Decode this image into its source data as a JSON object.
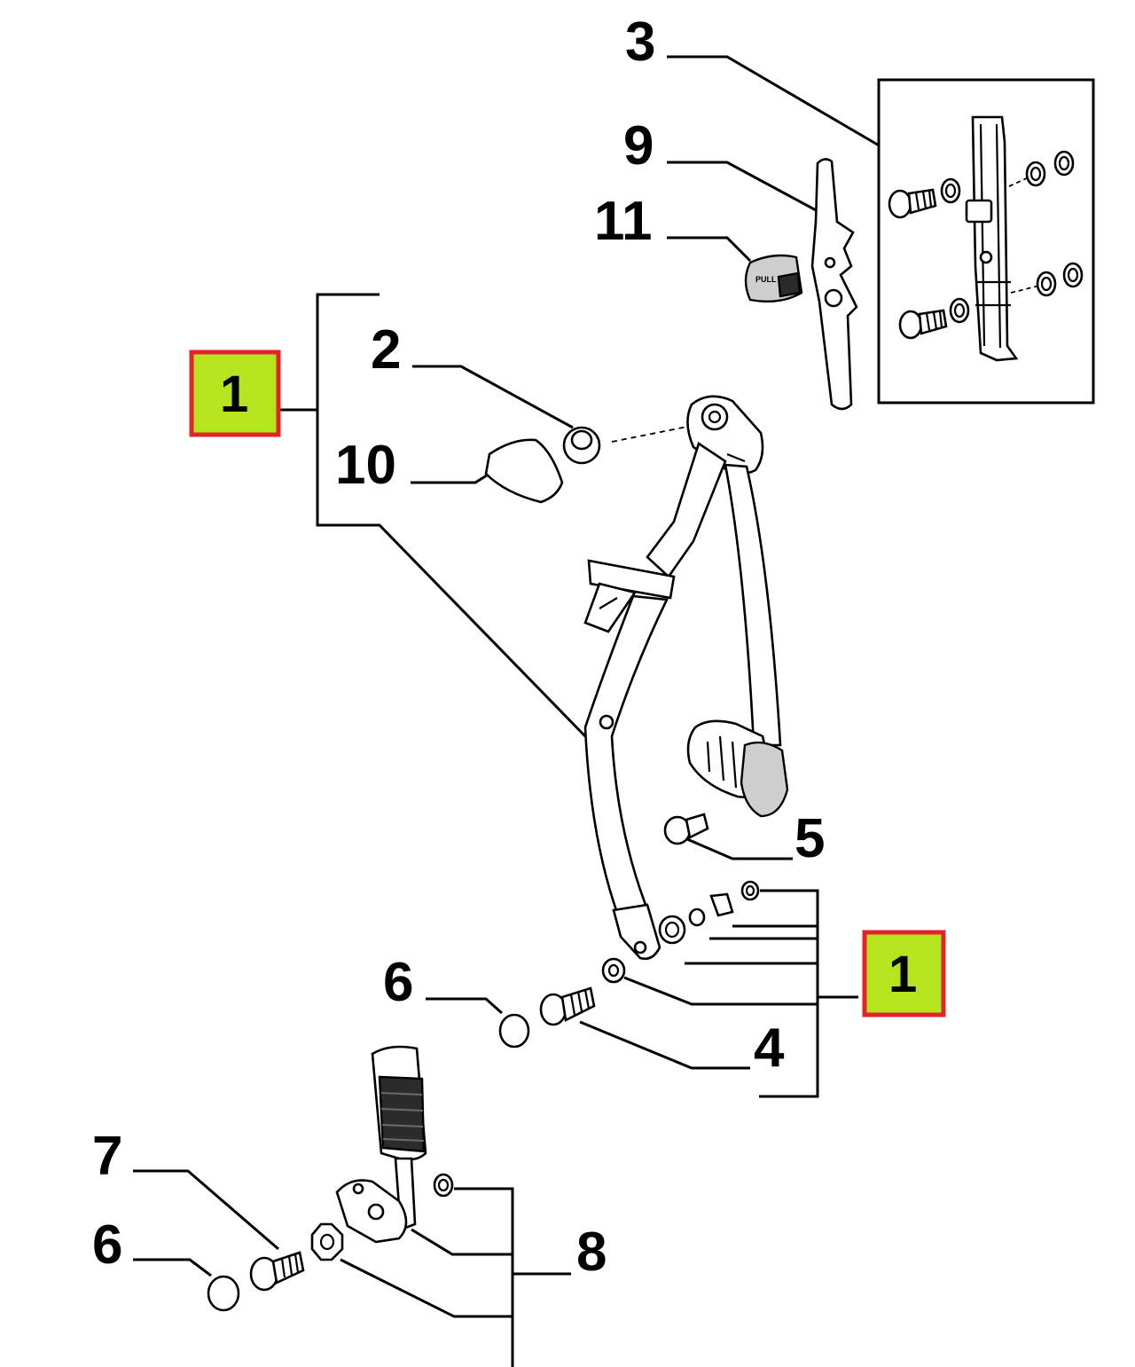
{
  "labels": {
    "l3": "3",
    "l9": "9",
    "l11": "11",
    "l2": "2",
    "l10": "10",
    "l1a": "1",
    "l1b": "1",
    "l5": "5",
    "l6a": "6",
    "l4": "4",
    "l7": "7",
    "l6b": "6",
    "l8": "8"
  },
  "knob_text": "PULL",
  "highlight": {
    "fill": "#b5e61d",
    "border": "#e3232a"
  }
}
